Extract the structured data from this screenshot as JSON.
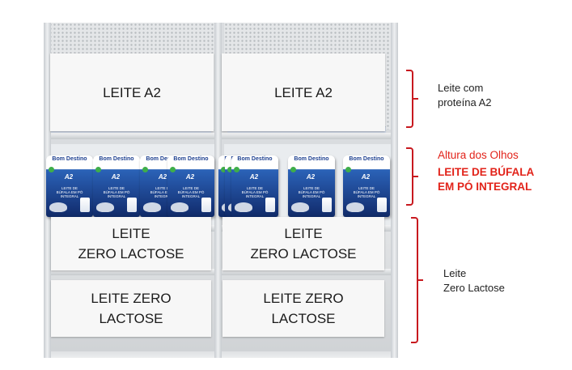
{
  "shelf": {
    "top_labels": [
      "LEITE A2",
      "LEITE A2"
    ],
    "middle_labels": [
      "LEITE\nZERO LACTOSE",
      "LEITE\nZERO LACTOSE"
    ],
    "bottom_labels": [
      "LEITE ZERO\nLACTOSE",
      "LEITE ZERO\nLACTOSE"
    ],
    "product": {
      "brand": "Bom\nDestino",
      "badge": "A2A2",
      "description": "LEITE DE\nBÚFALA EM PÓ\nINTEGRAL"
    }
  },
  "annotations": {
    "a2": "Leite com\nproteína A2",
    "eye_level": {
      "line1": "Altura dos Olhos",
      "line2": "LEITE DE BÚFALA\nEM PÓ INTEGRAL"
    },
    "zero": "Leite\nZero Lactose"
  },
  "colors": {
    "bracket": "#c8191f",
    "highlight": "#e2231a",
    "package": "#16357a"
  }
}
